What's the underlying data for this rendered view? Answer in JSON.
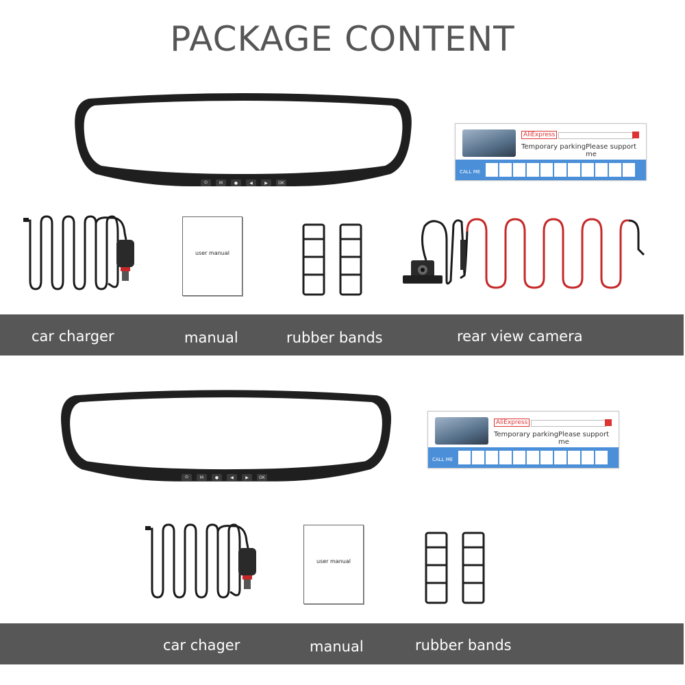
{
  "title": "PACKAGE CONTENT",
  "colors": {
    "band": "#575757",
    "title": "#555555",
    "card_accent": "#4a8fd8",
    "cable_red": "#c62828"
  },
  "card": {
    "brand": "AliExpress",
    "temporary_parking": "Temporary parking",
    "please_support": "Please support me",
    "call_me": "CALL ME"
  },
  "manual_text": "user manual",
  "mirror_buttons": [
    "⏻",
    "M",
    "●",
    "◀",
    "▶",
    "OK"
  ],
  "section1": {
    "labels": [
      "car charger",
      "manual",
      "rubber bands",
      "rear view camera"
    ]
  },
  "section2": {
    "labels": [
      "car chager",
      "manual",
      "rubber bands"
    ]
  }
}
